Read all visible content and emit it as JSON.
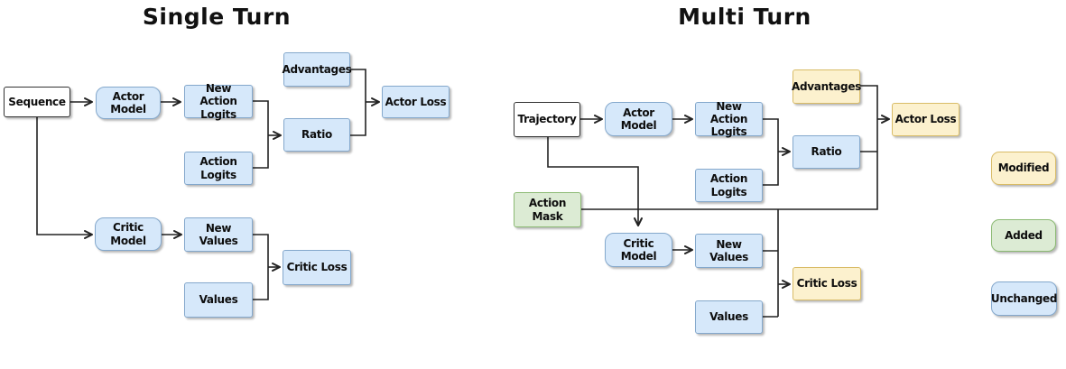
{
  "single_turn": {
    "title": "Single Turn",
    "nodes": {
      "sequence": {
        "label": "Sequence",
        "status": "input"
      },
      "actor_model": {
        "label": "Actor\nModel",
        "status": "unchanged"
      },
      "new_action_logits": {
        "label": "New Action\nLogits",
        "status": "unchanged"
      },
      "action_logits": {
        "label": "Action\nLogits",
        "status": "unchanged"
      },
      "advantages": {
        "label": "Advantages",
        "status": "unchanged"
      },
      "ratio": {
        "label": "Ratio",
        "status": "unchanged"
      },
      "actor_loss": {
        "label": "Actor Loss",
        "status": "unchanged"
      },
      "critic_model": {
        "label": "Critic\nModel",
        "status": "unchanged"
      },
      "new_values": {
        "label": "New Values",
        "status": "unchanged"
      },
      "values": {
        "label": "Values",
        "status": "unchanged"
      },
      "critic_loss": {
        "label": "Critic Loss",
        "status": "unchanged"
      }
    },
    "edges": [
      {
        "from": "sequence",
        "to": "actor_model"
      },
      {
        "from": "actor_model",
        "to": "new_action_logits"
      },
      {
        "from": "new_action_logits",
        "to": "ratio"
      },
      {
        "from": "action_logits",
        "to": "ratio"
      },
      {
        "from": "advantages",
        "to": "actor_loss"
      },
      {
        "from": "ratio",
        "to": "actor_loss"
      },
      {
        "from": "sequence",
        "to": "critic_model"
      },
      {
        "from": "critic_model",
        "to": "new_values"
      },
      {
        "from": "new_values",
        "to": "critic_loss"
      },
      {
        "from": "values",
        "to": "critic_loss"
      }
    ]
  },
  "multi_turn": {
    "title": "Multi Turn",
    "nodes": {
      "trajectory": {
        "label": "Trajectory",
        "status": "input"
      },
      "actor_model": {
        "label": "Actor\nModel",
        "status": "unchanged"
      },
      "new_action_logits": {
        "label": "New Action\nLogits",
        "status": "unchanged"
      },
      "action_logits": {
        "label": "Action\nLogits",
        "status": "unchanged"
      },
      "advantages": {
        "label": "Advantages",
        "status": "modified"
      },
      "ratio": {
        "label": "Ratio",
        "status": "unchanged"
      },
      "actor_loss": {
        "label": "Actor Loss",
        "status": "modified"
      },
      "action_mask": {
        "label": "Action\nMask",
        "status": "added"
      },
      "critic_model": {
        "label": "Critic\nModel",
        "status": "unchanged"
      },
      "new_values": {
        "label": "New Values",
        "status": "unchanged"
      },
      "values": {
        "label": "Values",
        "status": "unchanged"
      },
      "critic_loss": {
        "label": "Critic Loss",
        "status": "modified"
      }
    },
    "edges": [
      {
        "from": "trajectory",
        "to": "actor_model"
      },
      {
        "from": "actor_model",
        "to": "new_action_logits"
      },
      {
        "from": "new_action_logits",
        "to": "ratio"
      },
      {
        "from": "action_logits",
        "to": "ratio"
      },
      {
        "from": "advantages",
        "to": "actor_loss"
      },
      {
        "from": "ratio",
        "to": "actor_loss"
      },
      {
        "from": "action_mask",
        "to": "actor_loss"
      },
      {
        "from": "action_mask",
        "to": "critic_loss"
      },
      {
        "from": "trajectory",
        "to": "critic_model"
      },
      {
        "from": "critic_model",
        "to": "new_values"
      },
      {
        "from": "new_values",
        "to": "critic_loss"
      },
      {
        "from": "values",
        "to": "critic_loss"
      }
    ]
  },
  "legend": {
    "modified": {
      "label": "Modified"
    },
    "added": {
      "label": "Added"
    },
    "unchanged": {
      "label": "Unchanged"
    }
  },
  "colors": {
    "unchanged_fill": "#d6e8fa",
    "unchanged_border": "#84a8cc",
    "modified_fill": "#fcf1ce",
    "modified_border": "#d9bc67",
    "added_fill": "#dcebd4",
    "added_border": "#8cba74",
    "input_fill": "#ffffff",
    "input_border": "#333333",
    "edge": "#222222",
    "text": "#111111"
  }
}
